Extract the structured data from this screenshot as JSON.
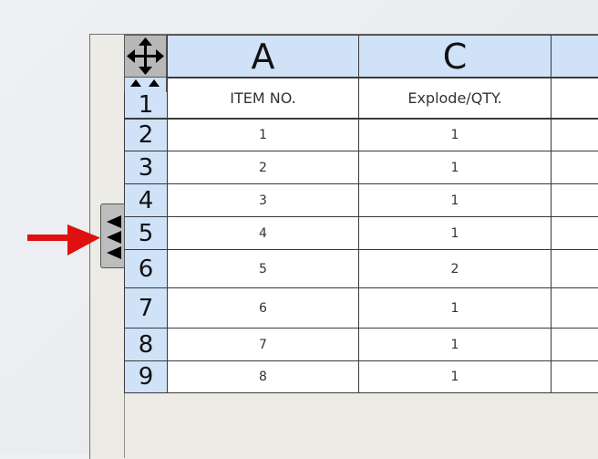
{
  "table": {
    "columns": [
      {
        "letter": "A"
      },
      {
        "letter": "C"
      },
      {
        "letter": ""
      }
    ],
    "header_row": {
      "row_number": "1",
      "cells": [
        "ITEM NO.",
        "Explode/QTY.",
        ""
      ]
    },
    "rows": [
      {
        "row_number": "2",
        "cells": [
          "1",
          "1",
          ""
        ]
      },
      {
        "row_number": "3",
        "cells": [
          "2",
          "1",
          ""
        ]
      },
      {
        "row_number": "4",
        "cells": [
          "3",
          "1",
          ""
        ]
      },
      {
        "row_number": "5",
        "cells": [
          "4",
          "1",
          ""
        ]
      },
      {
        "row_number": "6",
        "cells": [
          "5",
          "2",
          ""
        ]
      },
      {
        "row_number": "7",
        "cells": [
          "6",
          "1",
          ""
        ]
      },
      {
        "row_number": "8",
        "cells": [
          "7",
          "1",
          ""
        ]
      },
      {
        "row_number": "9",
        "cells": [
          "8",
          "1",
          ""
        ]
      }
    ]
  },
  "colors": {
    "header_blue": "#cfe2f8",
    "arrow_red": "#e01010"
  },
  "icons": [
    "move-table-icon",
    "collapse-header-icon",
    "row-handle-icon",
    "callout-arrow-icon"
  ]
}
